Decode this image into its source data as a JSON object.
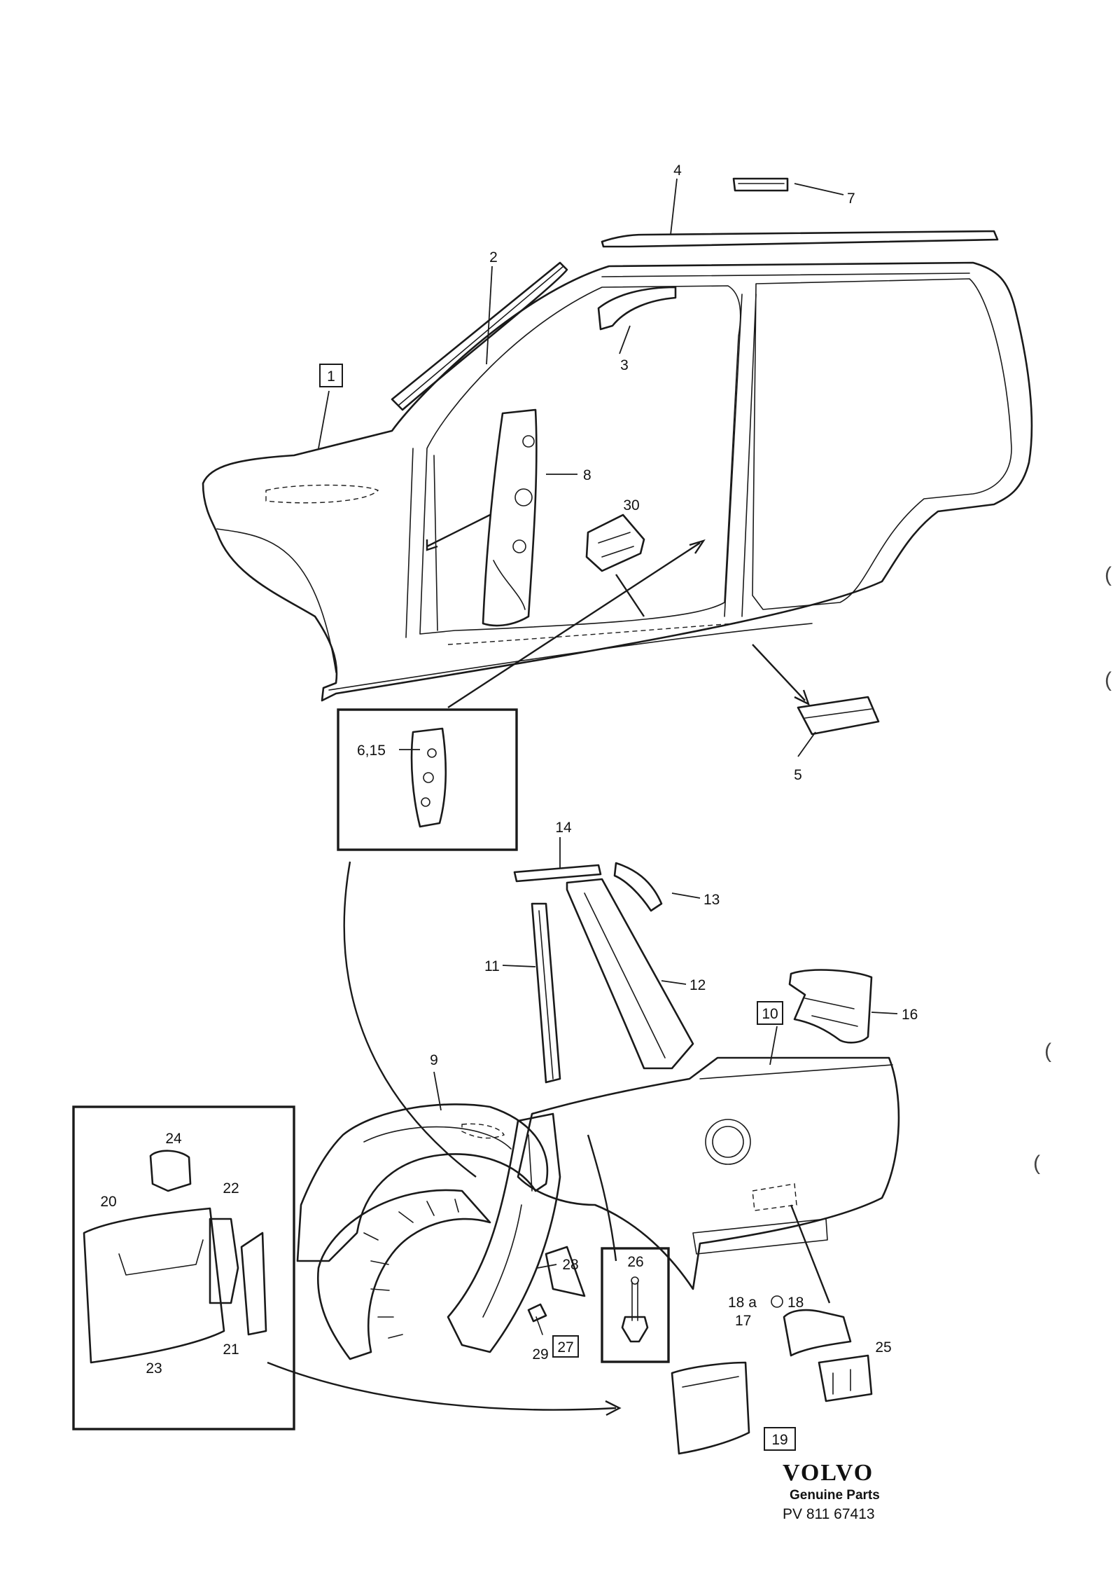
{
  "callouts": {
    "c1": "1",
    "c2": "2",
    "c3": "3",
    "c4": "4",
    "c5": "5",
    "c6_15": "6,15",
    "c7": "7",
    "c8": "8",
    "c9": "9",
    "c10": "10",
    "c11": "11",
    "c12": "12",
    "c13": "13",
    "c14": "14",
    "c16": "16",
    "c17": "17",
    "c18": "18",
    "c18a": "18 a",
    "c19": "19",
    "c20": "20",
    "c21": "21",
    "c22": "22",
    "c23": "23",
    "c24": "24",
    "c25": "25",
    "c26": "26",
    "c27": "27",
    "c28": "28",
    "c29": "29",
    "c30": "30"
  },
  "brand": {
    "name": "VOLVO",
    "tagline": "Genuine Parts",
    "ref": "PV 811 67413"
  },
  "margin_marks": [
    "(",
    "(",
    "(",
    "("
  ]
}
